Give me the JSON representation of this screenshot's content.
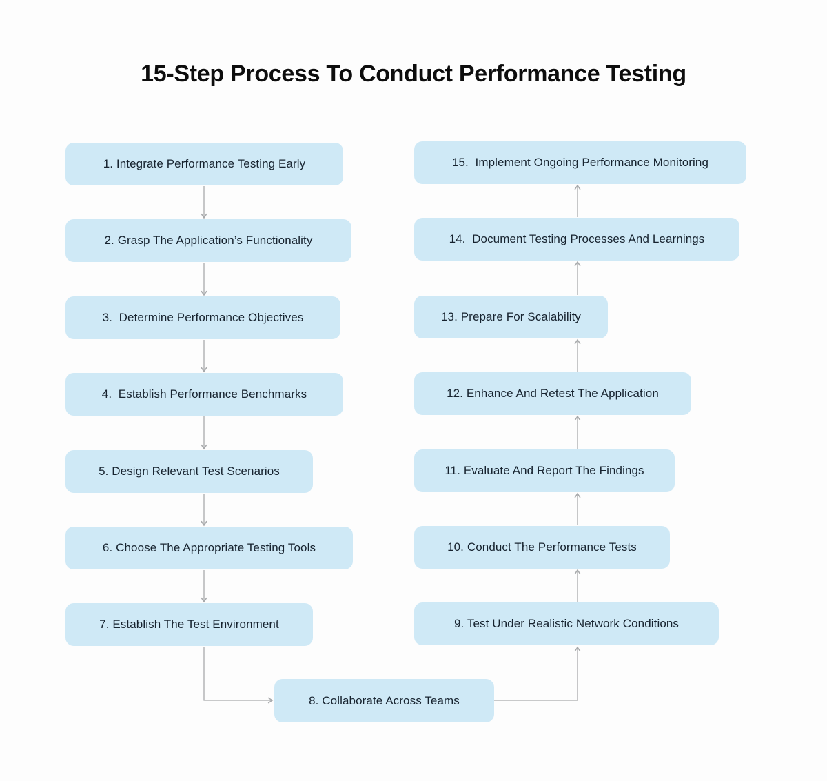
{
  "title": "15-Step Process To Conduct Performance Testing",
  "colors": {
    "box_fill": "#cfe9f6",
    "box_text": "#17232f",
    "title_text": "#0d0d0d",
    "arrow": "#a8aaac",
    "background": "#fdfdfd"
  },
  "steps": [
    {
      "number": 1,
      "label": "1. Integrate Performance Testing Early"
    },
    {
      "number": 2,
      "label": "2. Grasp The Application’s Functionality"
    },
    {
      "number": 3,
      "label": "3.  Determine Performance Objectives"
    },
    {
      "number": 4,
      "label": "4.  Establish Performance Benchmarks"
    },
    {
      "number": 5,
      "label": "5. Design Relevant Test Scenarios"
    },
    {
      "number": 6,
      "label": "6. Choose The Appropriate Testing Tools"
    },
    {
      "number": 7,
      "label": "7. Establish The Test Environment"
    },
    {
      "number": 8,
      "label": "8. Collaborate Across Teams"
    },
    {
      "number": 9,
      "label": "9. Test Under Realistic Network Conditions"
    },
    {
      "number": 10,
      "label": "10. Conduct The Performance Tests"
    },
    {
      "number": 11,
      "label": "11. Evaluate And Report The Findings"
    },
    {
      "number": 12,
      "label": "12. Enhance And Retest The Application"
    },
    {
      "number": 13,
      "label": "13. Prepare For Scalability"
    },
    {
      "number": 14,
      "label": "14.  Document Testing Processes And Learnings"
    },
    {
      "number": 15,
      "label": "15.  Implement Ongoing Performance Monitoring"
    }
  ]
}
